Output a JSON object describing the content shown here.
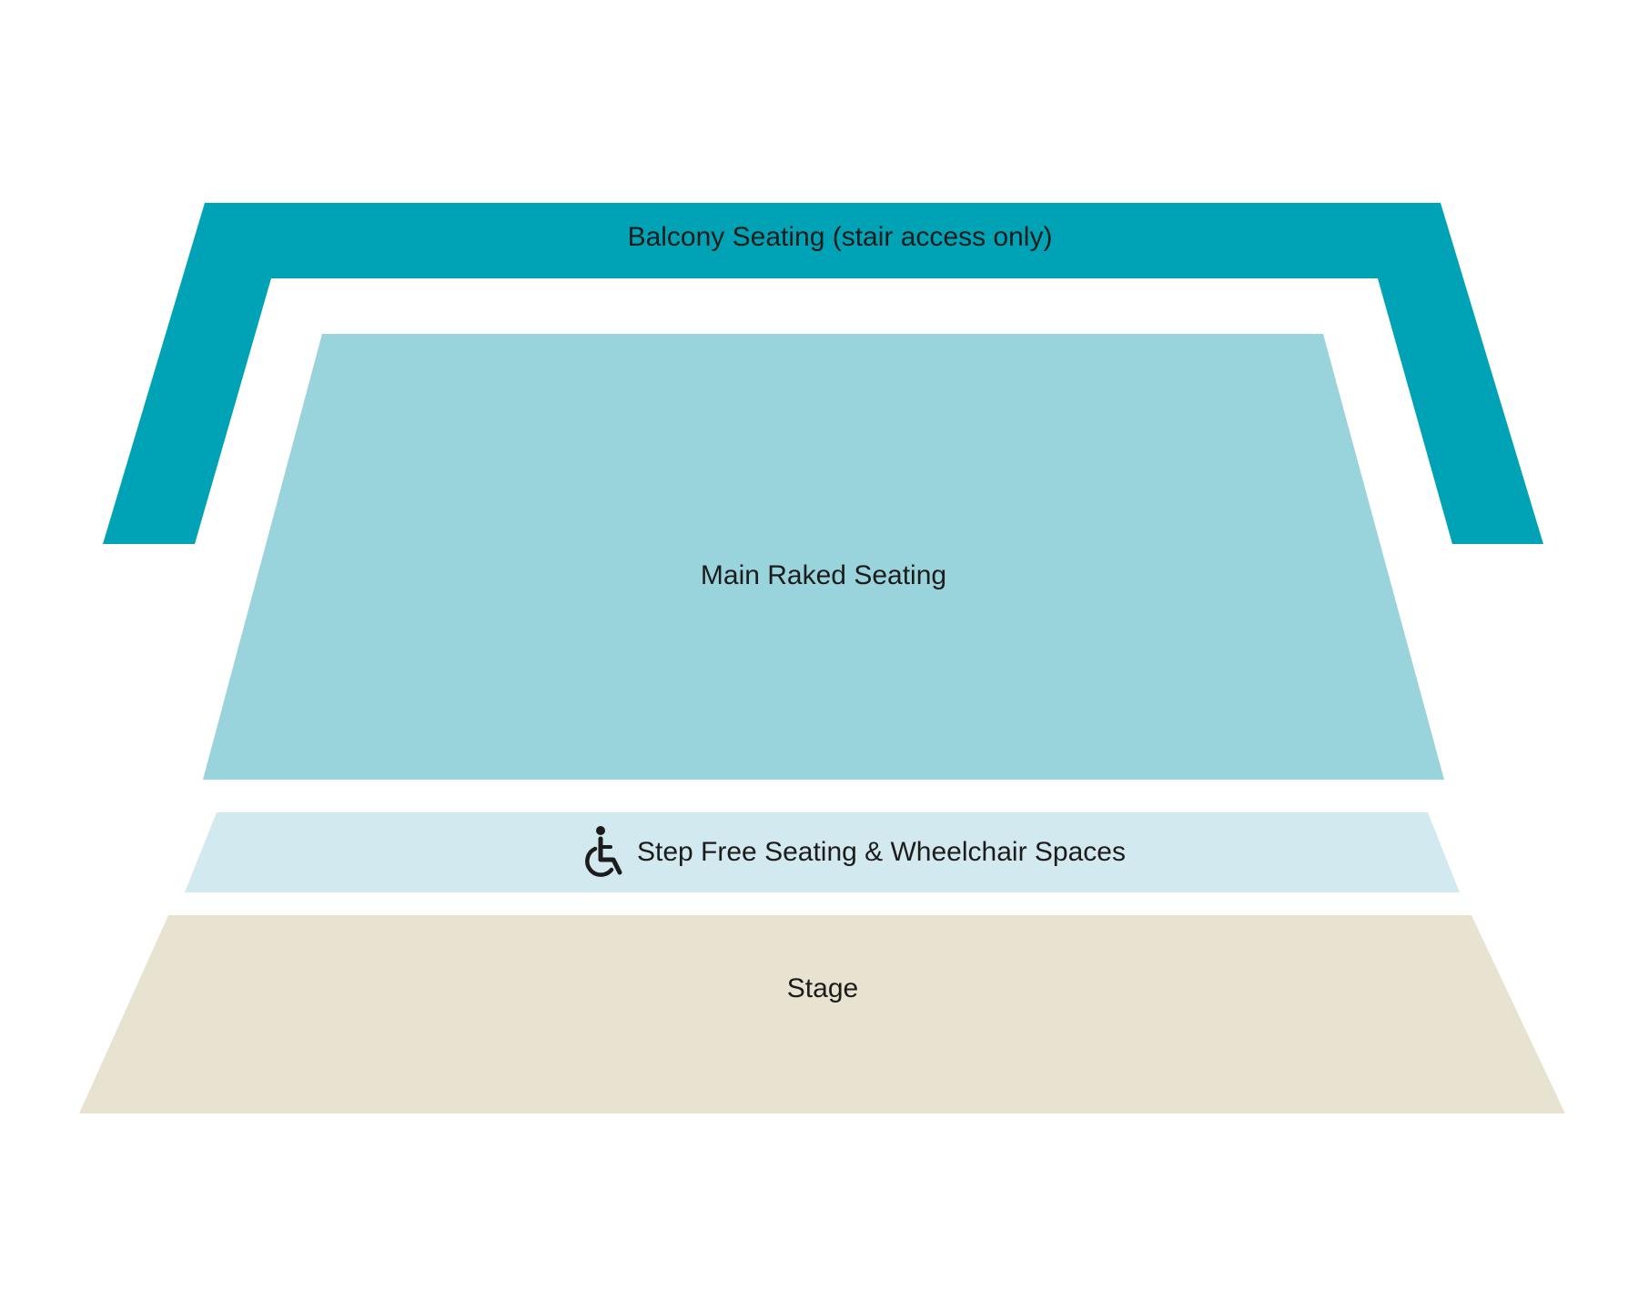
{
  "sections": {
    "balcony": {
      "label": "Balcony Seating (stair access only)",
      "color": "#00A3B5"
    },
    "main": {
      "label": "Main Raked Seating",
      "color": "#99D3DC"
    },
    "step_free": {
      "label": "Step Free Seating & Wheelchair Spaces",
      "color": "#D2E9EF",
      "icon": "wheelchair-icon"
    },
    "stage": {
      "label": "Stage",
      "color": "#E8E3D1"
    }
  },
  "text_color": "#1c1c1c"
}
